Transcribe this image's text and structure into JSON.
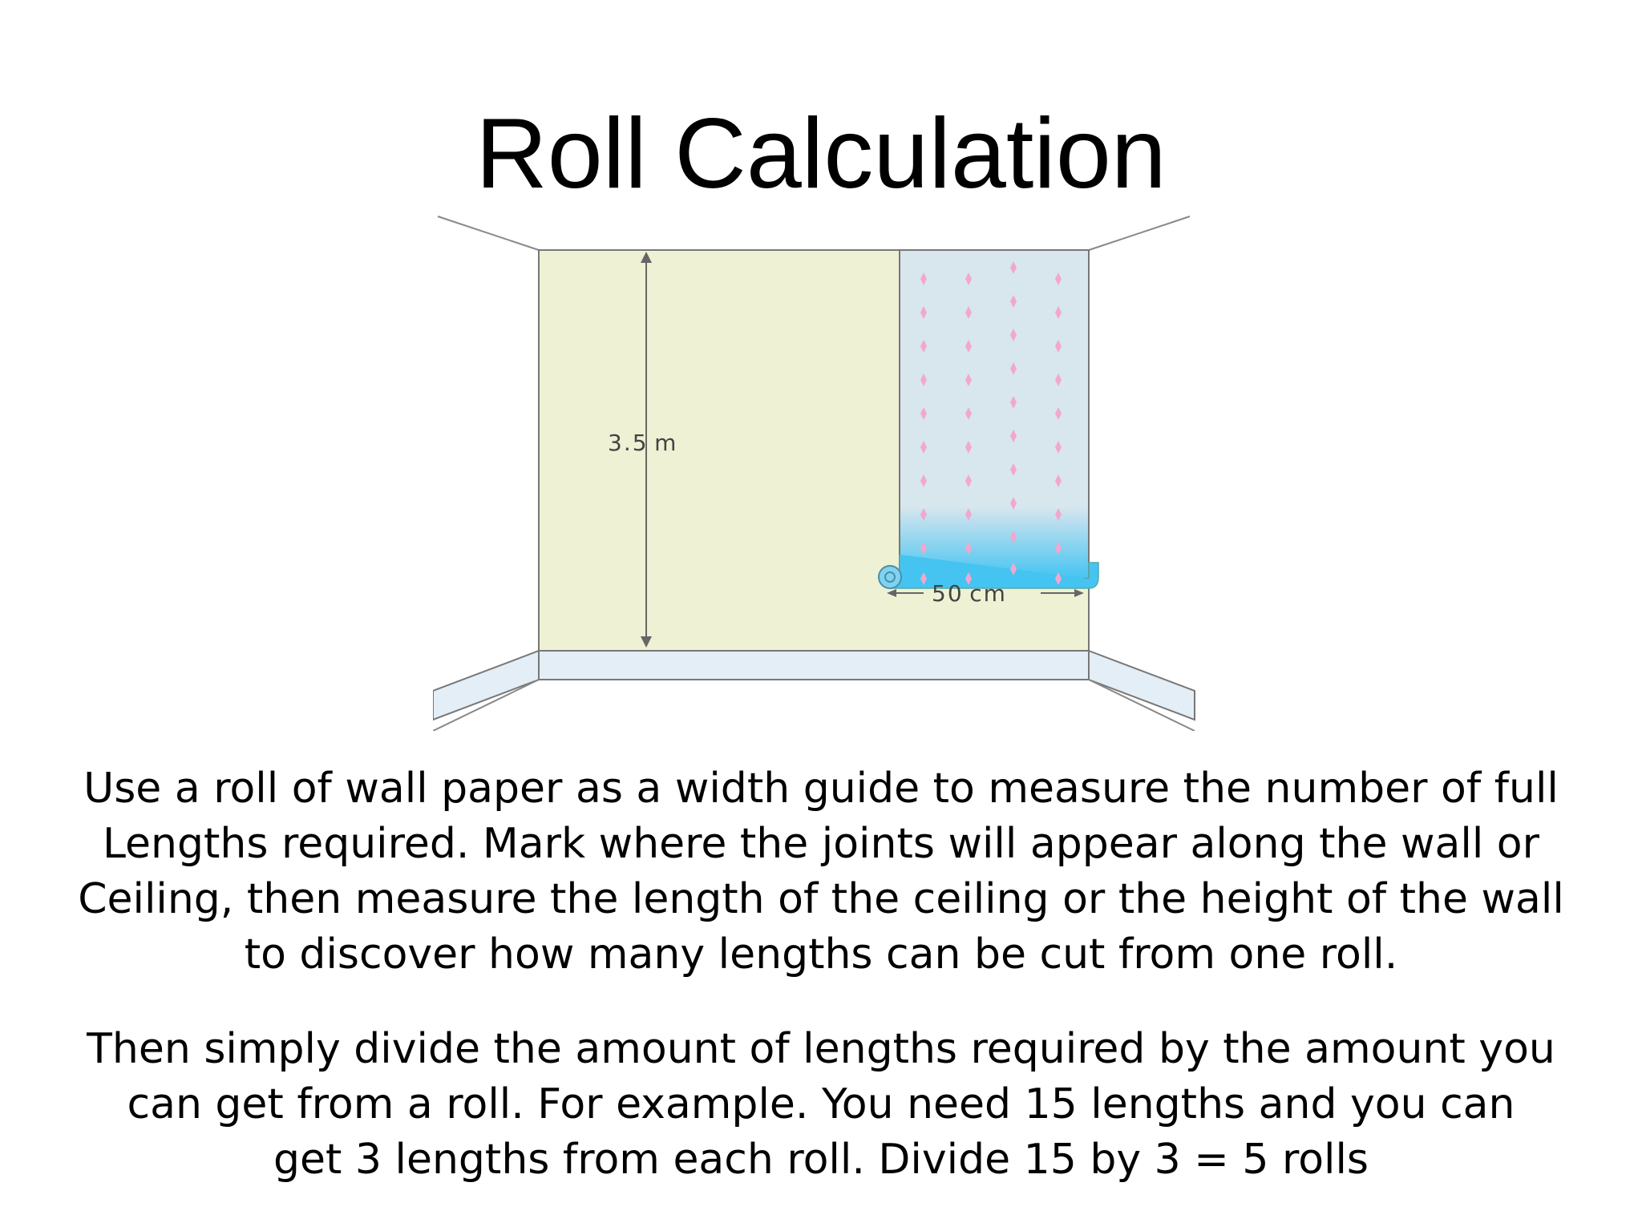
{
  "title": "Roll Calculation",
  "diagram": {
    "height_label": "3.5 m",
    "width_label": "50 cm",
    "colors": {
      "wall": "#eef1d3",
      "wallpaper": "#d8e6ee",
      "wallpaper_bottom": "#4cc6f0",
      "dots": "#f3a7cf",
      "skirting": "#e3eef6",
      "lines": "#666666"
    }
  },
  "paragraph_1": {
    "lines": [
      "Use a roll of wall paper as a width guide to measure the number of full",
      "Lengths required. Mark where the joints will appear along the wall or",
      "Ceiling, then measure the length of the ceiling or the height of the wall",
      "to discover how many lengths can be cut from one roll."
    ]
  },
  "paragraph_2": {
    "lines": [
      "Then simply divide the amount of lengths required by the amount you",
      "can get from a roll. For example. You need 15 lengths and you can",
      "get 3 lengths from each roll. Divide 15 by 3 = 5 rolls"
    ]
  }
}
